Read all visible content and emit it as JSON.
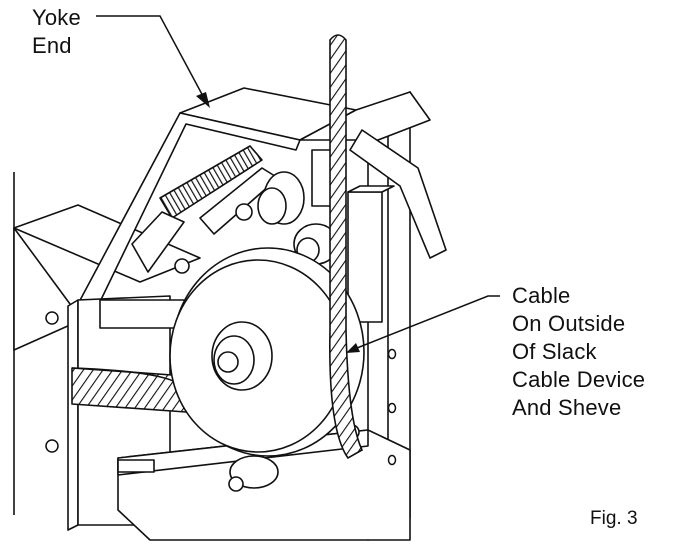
{
  "callouts": {
    "yoke_end": [
      "Yoke",
      "End"
    ],
    "cable": [
      "Cable",
      "On Outside",
      "Of Slack",
      "Cable Device",
      "And Sheve"
    ]
  },
  "figure_label": "Fig. 3",
  "colors": {
    "ink": "#111111",
    "paper": "#ffffff",
    "shade": "#d9d9d9"
  }
}
